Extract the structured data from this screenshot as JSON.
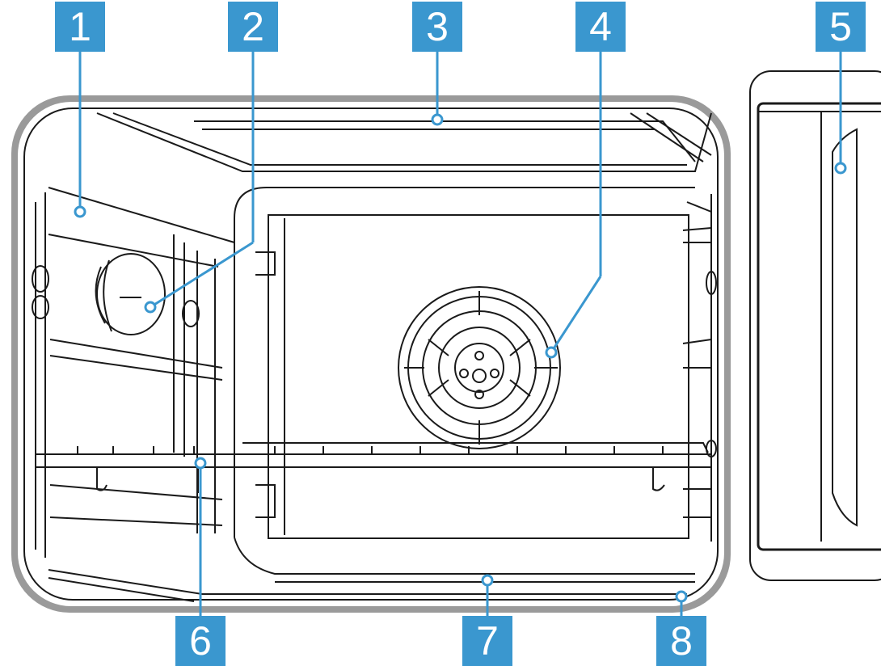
{
  "colors": {
    "label_bg": "#3a97cf",
    "label_text": "#ffffff",
    "line": "#1a1a1a",
    "frame": "#9a9a9a",
    "leader": "#3a97cf"
  },
  "labels": [
    {
      "id": "1",
      "text": "1"
    },
    {
      "id": "2",
      "text": "2"
    },
    {
      "id": "3",
      "text": "3"
    },
    {
      "id": "4",
      "text": "4"
    },
    {
      "id": "5",
      "text": "5"
    },
    {
      "id": "6",
      "text": "6"
    },
    {
      "id": "7",
      "text": "7"
    },
    {
      "id": "8",
      "text": "8"
    }
  ]
}
